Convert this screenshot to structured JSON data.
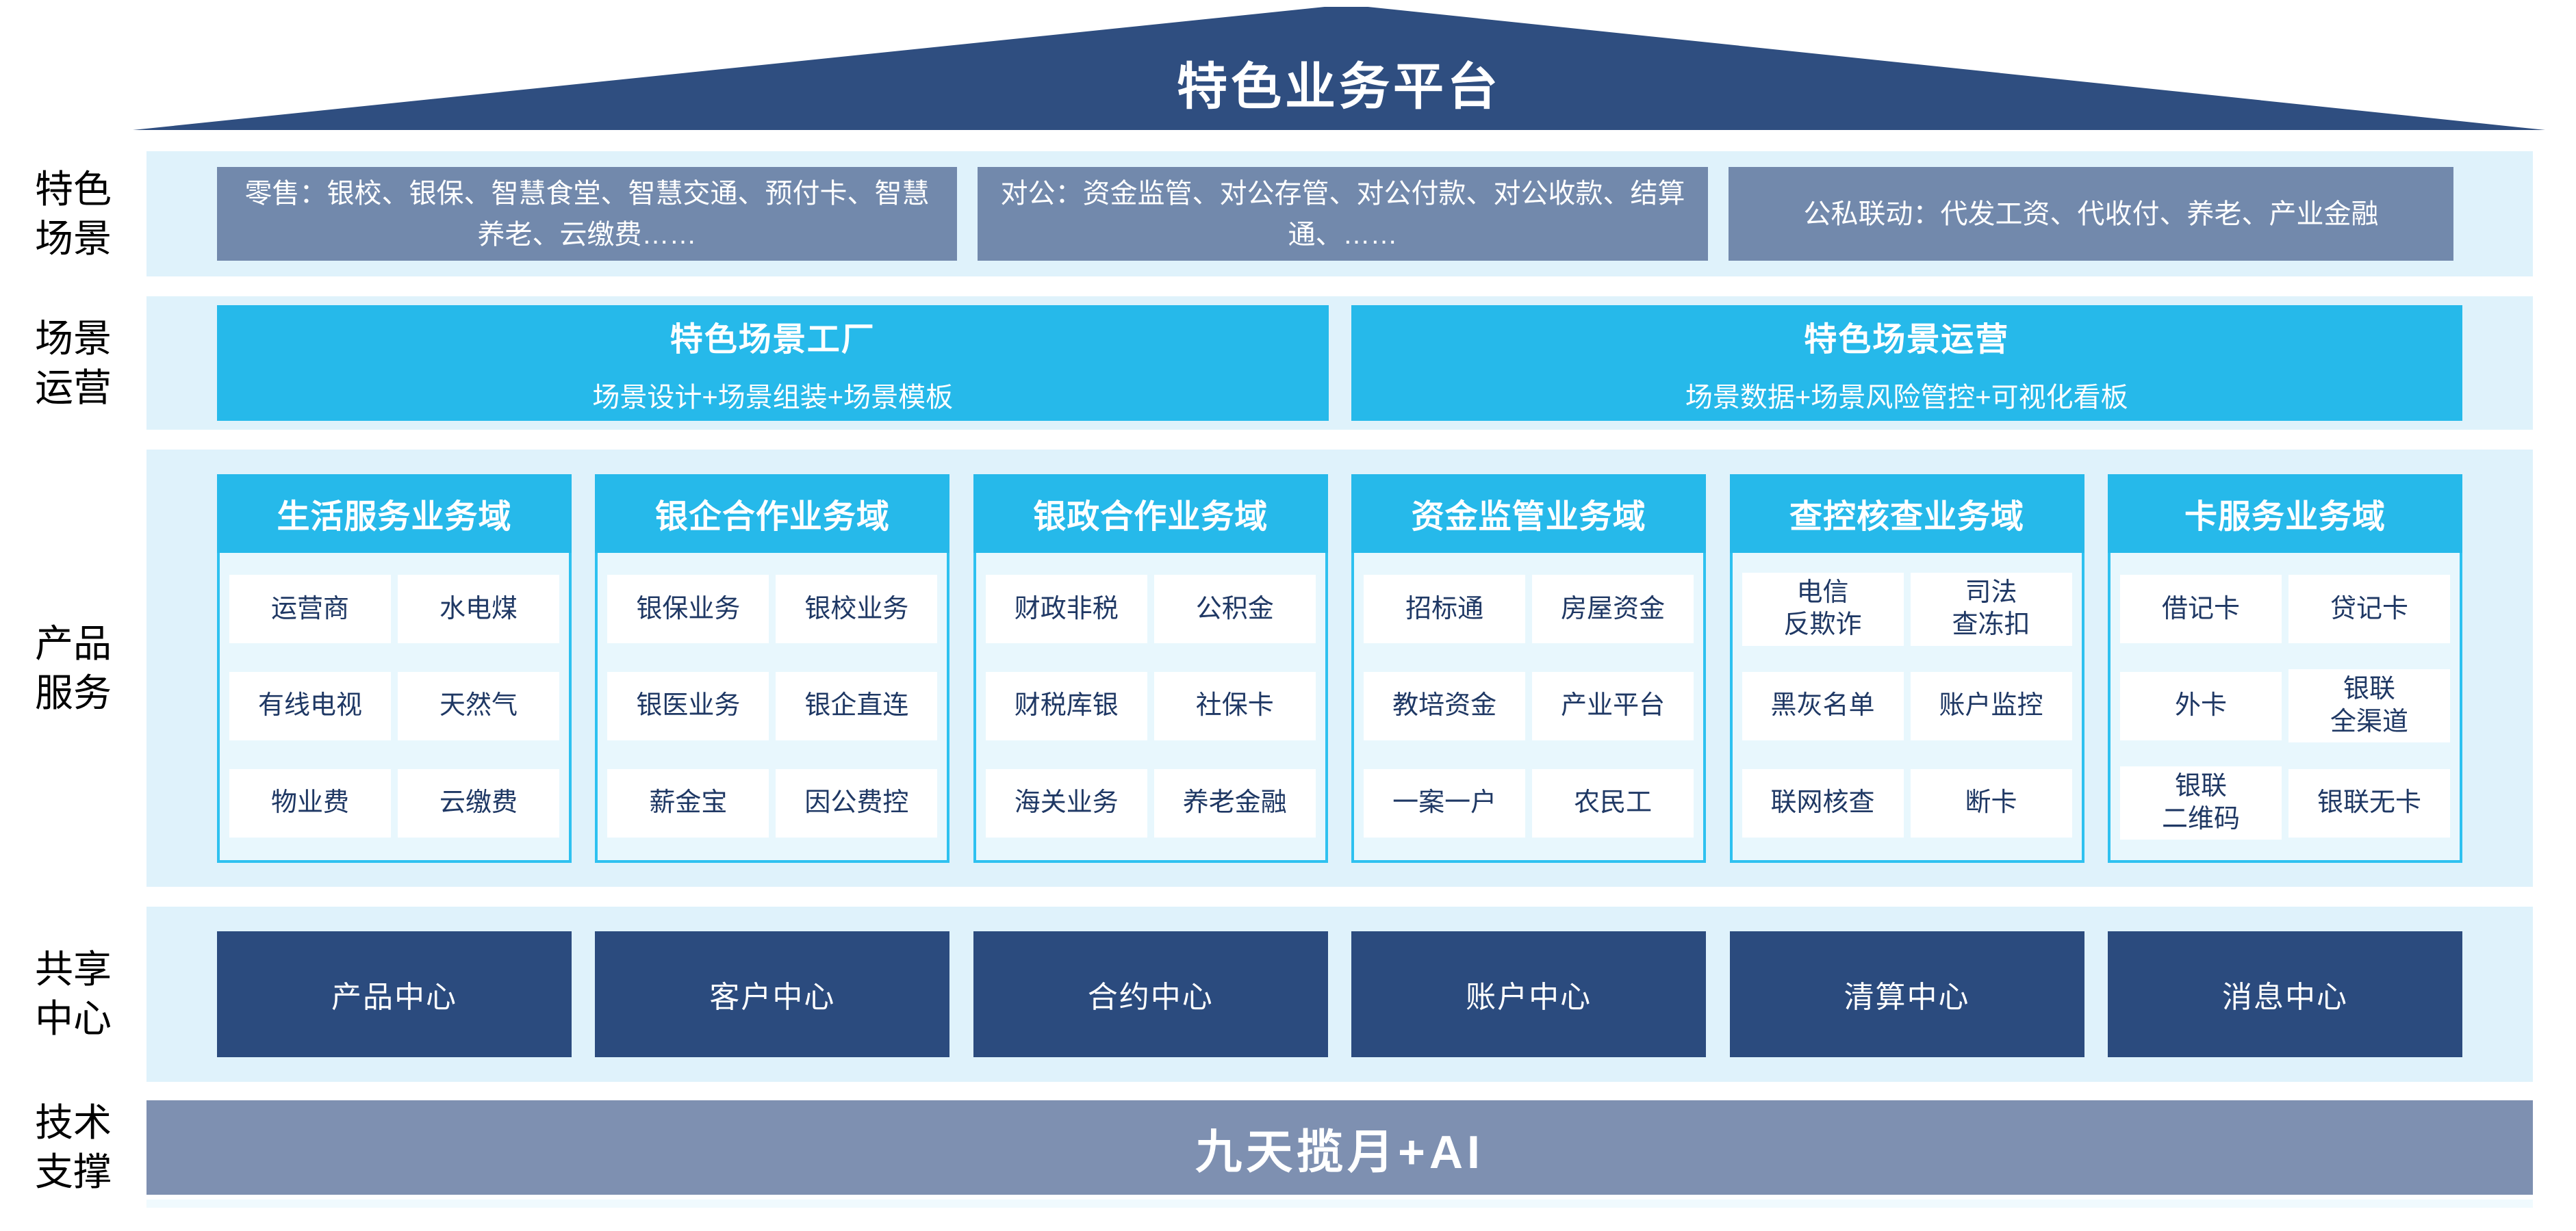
{
  "title": "特色业务平台",
  "rows": {
    "scene": {
      "label_lines": [
        "特色",
        "场景"
      ],
      "boxes": [
        "零售：银校、银保、智慧食堂、智慧交通、预付卡、智慧养老、云缴费……",
        "对公：资金监管、对公存管、对公付款、对公收款、结算通、……",
        "公私联动：代发工资、代收付、养老、产业金融"
      ]
    },
    "operation": {
      "label_lines": [
        "场景",
        "运营"
      ],
      "boxes": [
        {
          "title": "特色场景工厂",
          "subtitle": "场景设计+场景组装+场景模板"
        },
        {
          "title": "特色场景运营",
          "subtitle": "场景数据+场景风险管控+可视化看板"
        }
      ]
    },
    "product": {
      "label_lines": [
        "产品",
        "服务"
      ],
      "domains": [
        {
          "header": "生活服务业务域",
          "items": [
            "运营商",
            "水电煤",
            "有线电视",
            "天然气",
            "物业费",
            "云缴费"
          ]
        },
        {
          "header": "银企合作业务域",
          "items": [
            "银保业务",
            "银校业务",
            "银医业务",
            "银企直连",
            "薪金宝",
            "因公费控"
          ]
        },
        {
          "header": "银政合作业务域",
          "items": [
            "财政非税",
            "公积金",
            "财税库银",
            "社保卡",
            "海关业务",
            "养老金融"
          ]
        },
        {
          "header": "资金监管业务域",
          "items": [
            "招标通",
            "房屋资金",
            "教培资金",
            "产业平台",
            "一案一户",
            "农民工"
          ]
        },
        {
          "header": "查控核查业务域",
          "items": [
            "电信\n反欺诈",
            "司法\n查冻扣",
            "黑灰名单",
            "账户监控",
            "联网核查",
            "断卡"
          ]
        },
        {
          "header": "卡服务业务域",
          "items": [
            "借记卡",
            "贷记卡",
            "外卡",
            "银联\n全渠道",
            "银联\n二维码",
            "银联无卡"
          ]
        }
      ]
    },
    "shared": {
      "label_lines": [
        "共享",
        "中心"
      ],
      "centers": [
        "产品中心",
        "客户中心",
        "合约中心",
        "账户中心",
        "清算中心",
        "消息中心"
      ]
    },
    "tech": {
      "label_lines": [
        "技术",
        "支撑"
      ],
      "title": "九天揽月+AI"
    }
  },
  "colors": {
    "roof_navy": "#2F4E80",
    "scene_box_blue": "#7289AC",
    "cyan_accent": "#26B9EA",
    "strip_light_blue": "#DFF2FB",
    "domain_body": "#E8F7FD",
    "domain_border": "#2EC1F0",
    "center_navy": "#2B4B7E",
    "tech_bar_blue": "#7E90B1",
    "cell_text_navy": "#1F3864"
  }
}
